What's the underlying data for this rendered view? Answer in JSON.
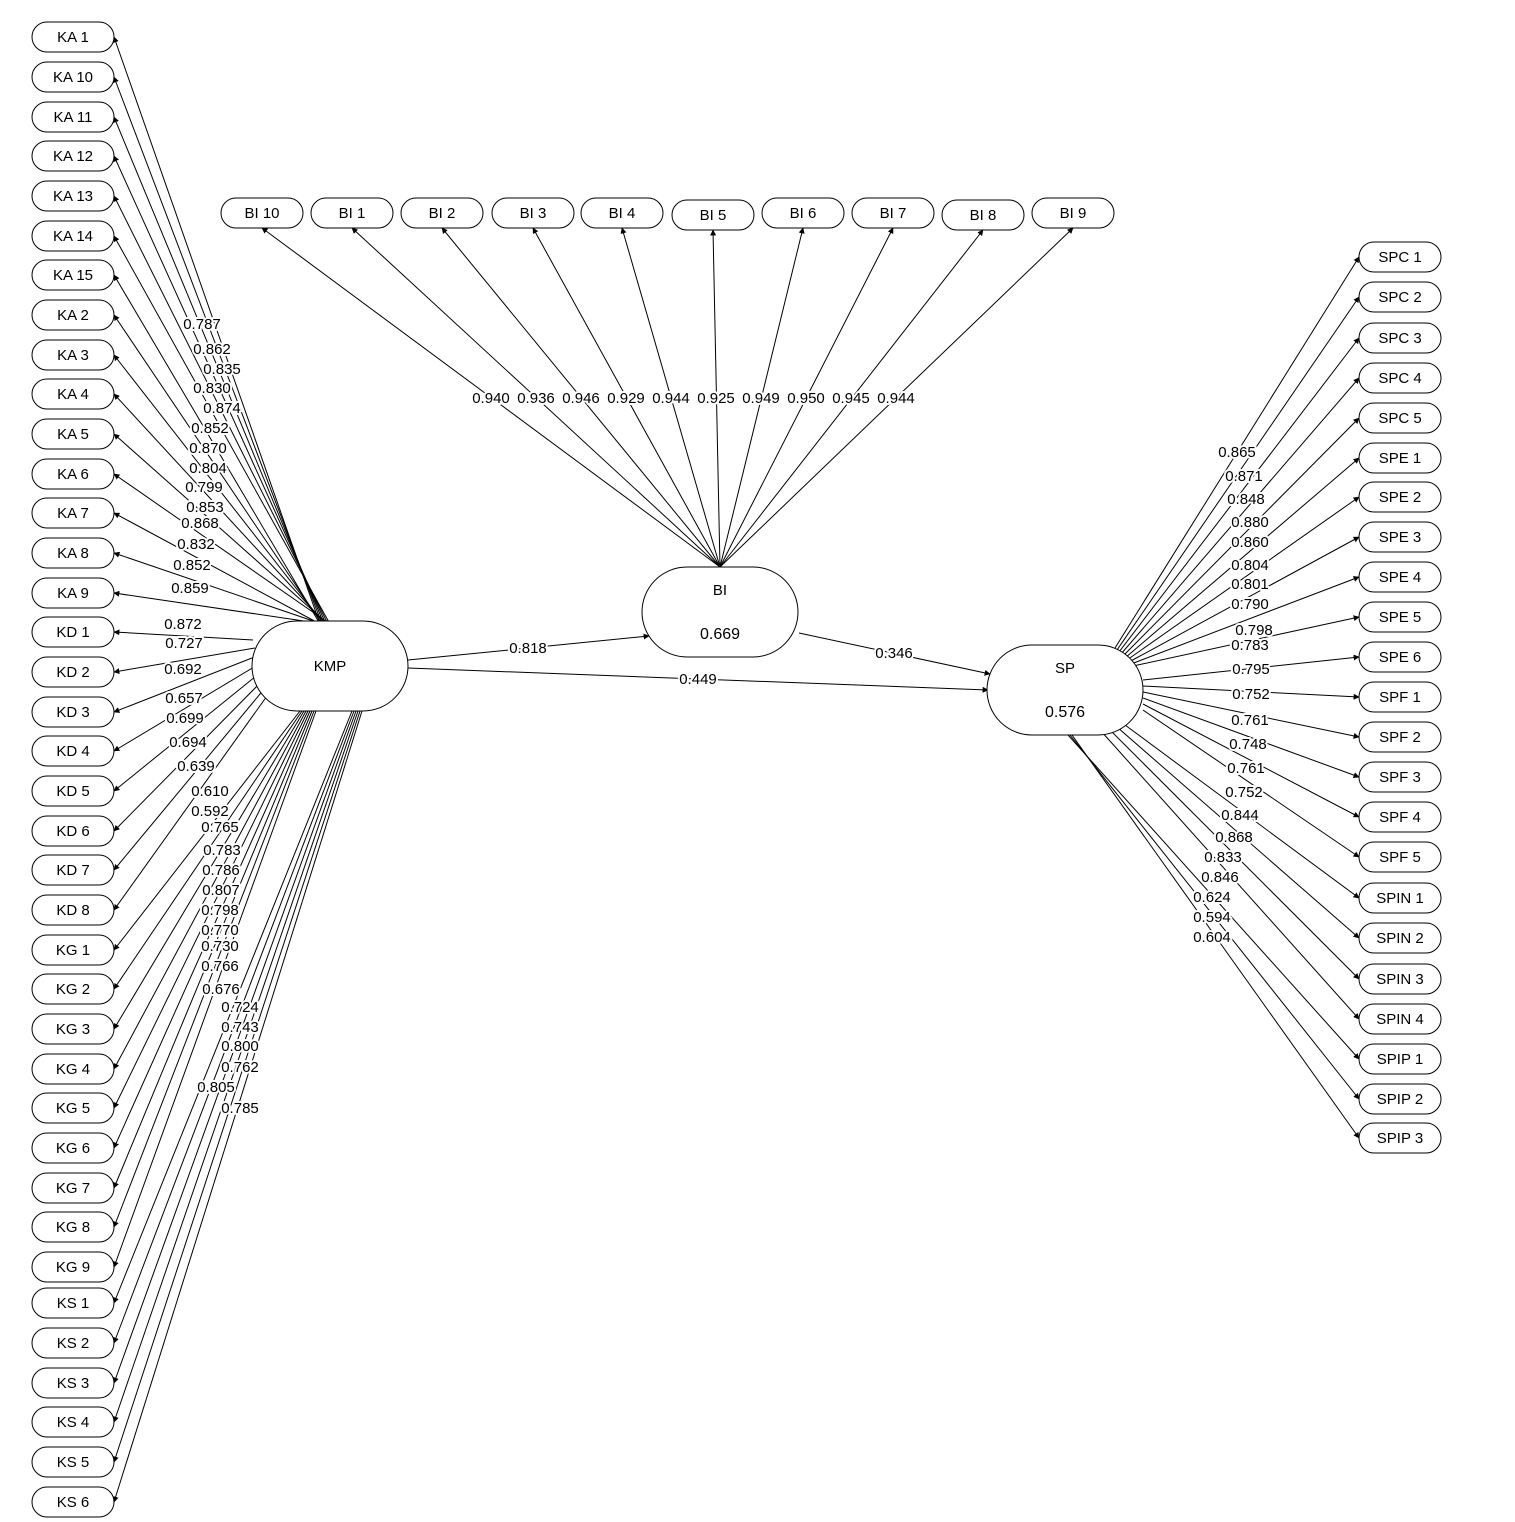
{
  "latents": {
    "KMP": {
      "name": "KMP",
      "r2": ""
    },
    "BI": {
      "name": "BI",
      "r2": "0.669"
    },
    "SP": {
      "name": "SP",
      "r2": "0.576"
    }
  },
  "paths": [
    {
      "from": "KMP",
      "to": "BI",
      "value": "0.818"
    },
    {
      "from": "BI",
      "to": "SP",
      "value": "0.346"
    },
    {
      "from": "KMP",
      "to": "SP",
      "value": "0.449"
    }
  ],
  "indicators": {
    "KMP": [
      {
        "name": "KA 1",
        "loading": "0.787"
      },
      {
        "name": "KA 10",
        "loading": "0.862"
      },
      {
        "name": "KA 11",
        "loading": "0.835"
      },
      {
        "name": "KA 12",
        "loading": "0.830"
      },
      {
        "name": "KA 13",
        "loading": "0.874"
      },
      {
        "name": "KA 14",
        "loading": "0.852"
      },
      {
        "name": "KA 15",
        "loading": "0.870"
      },
      {
        "name": "KA 2",
        "loading": "0.804"
      },
      {
        "name": "KA 3",
        "loading": "0.799"
      },
      {
        "name": "KA 4",
        "loading": "0.853"
      },
      {
        "name": "KA 5",
        "loading": "0.868"
      },
      {
        "name": "KA 6",
        "loading": "0.832"
      },
      {
        "name": "KA 7",
        "loading": "0.852"
      },
      {
        "name": "KA 8",
        "loading": "0.859"
      },
      {
        "name": "KA 9",
        "loading": "0.872"
      },
      {
        "name": "KD 1",
        "loading": "0.727"
      },
      {
        "name": "KD 2",
        "loading": "0.692"
      },
      {
        "name": "KD 3",
        "loading": "0.657"
      },
      {
        "name": "KD 4",
        "loading": "0.699"
      },
      {
        "name": "KD 5",
        "loading": "0.694"
      },
      {
        "name": "KD 6",
        "loading": "0.639"
      },
      {
        "name": "KD 7",
        "loading": "0.610"
      },
      {
        "name": "KD 8",
        "loading": "0.592"
      },
      {
        "name": "KG 1",
        "loading": "0.765"
      },
      {
        "name": "KG 2",
        "loading": "0.783"
      },
      {
        "name": "KG 3",
        "loading": "0.786"
      },
      {
        "name": "KG 4",
        "loading": "0.807"
      },
      {
        "name": "KG 5",
        "loading": "0.798"
      },
      {
        "name": "KG 6",
        "loading": "0.770"
      },
      {
        "name": "KG 7",
        "loading": "0.730"
      },
      {
        "name": "KG 8",
        "loading": "0.766"
      },
      {
        "name": "KG 9",
        "loading": "0.676"
      },
      {
        "name": "KS 1",
        "loading": "0.724"
      },
      {
        "name": "KS 2",
        "loading": "0.743"
      },
      {
        "name": "KS 3",
        "loading": "0.800"
      },
      {
        "name": "KS 4",
        "loading": "0.762"
      },
      {
        "name": "KS 5",
        "loading": "0.805"
      },
      {
        "name": "KS 6",
        "loading": "0.785"
      }
    ],
    "BI": [
      {
        "name": "BI 10",
        "loading": "0.940"
      },
      {
        "name": "BI 1",
        "loading": "0.936"
      },
      {
        "name": "BI 2",
        "loading": "0.946"
      },
      {
        "name": "BI 3",
        "loading": "0.929"
      },
      {
        "name": "BI 4",
        "loading": "0.944"
      },
      {
        "name": "BI 5",
        "loading": "0.925"
      },
      {
        "name": "BI 6",
        "loading": "0.949"
      },
      {
        "name": "BI 7",
        "loading": "0.950"
      },
      {
        "name": "BI 8",
        "loading": "0.945"
      },
      {
        "name": "BI 9",
        "loading": "0.944"
      }
    ],
    "SP": [
      {
        "name": "SPC 1",
        "loading": "0.865"
      },
      {
        "name": "SPC 2",
        "loading": "0.871"
      },
      {
        "name": "SPC 3",
        "loading": "0.848"
      },
      {
        "name": "SPC 4",
        "loading": "0.880"
      },
      {
        "name": "SPC 5",
        "loading": "0.860"
      },
      {
        "name": "SPE 1",
        "loading": "0.804"
      },
      {
        "name": "SPE 2",
        "loading": "0.801"
      },
      {
        "name": "SPE 3",
        "loading": "0.790"
      },
      {
        "name": "SPE 4",
        "loading": "0.798"
      },
      {
        "name": "SPE 5",
        "loading": "0.783"
      },
      {
        "name": "SPE 6",
        "loading": "0.795"
      },
      {
        "name": "SPF 1",
        "loading": "0.752"
      },
      {
        "name": "SPF 2",
        "loading": "0.761"
      },
      {
        "name": "SPF 3",
        "loading": "0.748"
      },
      {
        "name": "SPF 4",
        "loading": "0.761"
      },
      {
        "name": "SPF 5",
        "loading": "0.752"
      },
      {
        "name": "SPIN 1",
        "loading": "0.844"
      },
      {
        "name": "SPIN 2",
        "loading": "0.868"
      },
      {
        "name": "SPIN 3",
        "loading": "0.833"
      },
      {
        "name": "SPIN 4",
        "loading": "0.846"
      },
      {
        "name": "SPIP 1",
        "loading": "0.624"
      },
      {
        "name": "SPIP 2",
        "loading": "0.594"
      },
      {
        "name": "SPIP 3",
        "loading": "0.604"
      }
    ]
  }
}
